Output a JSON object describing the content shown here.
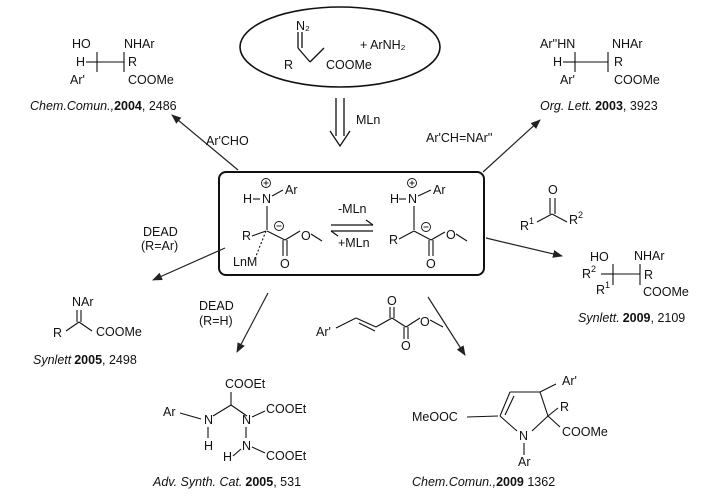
{
  "top_reaction": {
    "n2": "N₂",
    "r": "R",
    "coome": "COOMe",
    "plus_amine": "+ ArNH₂"
  },
  "catalyst_label": "MLn",
  "center": {
    "h": "H",
    "n": "N",
    "ar": "Ar",
    "r": "R",
    "lnm": "LnM",
    "o": "O",
    "minus_mln": "-MLn",
    "plus_mln": "+MLn"
  },
  "arrows": {
    "aldehyde": "Ar'CHO",
    "imine": "Ar'CH=NAr''",
    "dead_ar": "DEAD",
    "dead_ar_cond": "(R=Ar)",
    "dead_h": "DEAD",
    "dead_h_cond": "(R=H)"
  },
  "products": {
    "top_left": {
      "ho": "HO",
      "nhar": "NHAr",
      "h": "H",
      "r": "R",
      "arp": "Ar'",
      "coome": "COOMe",
      "journal": "Chem.Comun.,",
      "year": "2004",
      "page": ", 2486"
    },
    "top_right": {
      "arhn": "Ar''HN",
      "nhar": "NHAr",
      "h": "H",
      "r": "R",
      "arp": "Ar'",
      "coome": "COOMe",
      "journal": "Org. Lett.",
      "year": "2003",
      "page": ", 3923"
    },
    "ketone": {
      "o": "O",
      "r1": "R",
      "r1sup": "1",
      "r2": "R",
      "r2sup": "2"
    },
    "mid_right": {
      "ho": "HO",
      "nhar": "NHAr",
      "r2": "R",
      "r2sup": "2",
      "r": "R",
      "r1": "R",
      "r1sup": "1",
      "coome": "COOMe",
      "journal": "Synlett.",
      "year": "2009",
      "page": ", 2109"
    },
    "left": {
      "nar": "NAr",
      "r": "R",
      "coome": "COOMe",
      "journal": "Synlett",
      "year": "2005",
      "page": ", 2498"
    },
    "enone": {
      "arp": "Ar'",
      "o": "O"
    },
    "bottom_center": {
      "cooet": "COOEt",
      "ar": "Ar",
      "n": "N",
      "h": "H",
      "journal": "Adv. Synth. Cat.",
      "year": "2005",
      "page": ", 531"
    },
    "bottom_right": {
      "meooc": "MeOOC",
      "arp": "Ar'",
      "r": "R",
      "n": "N",
      "coome": "COOMe",
      "ar": "Ar",
      "journal": "Chem.Comun.,",
      "year": "2009",
      "page": " 1362"
    }
  }
}
